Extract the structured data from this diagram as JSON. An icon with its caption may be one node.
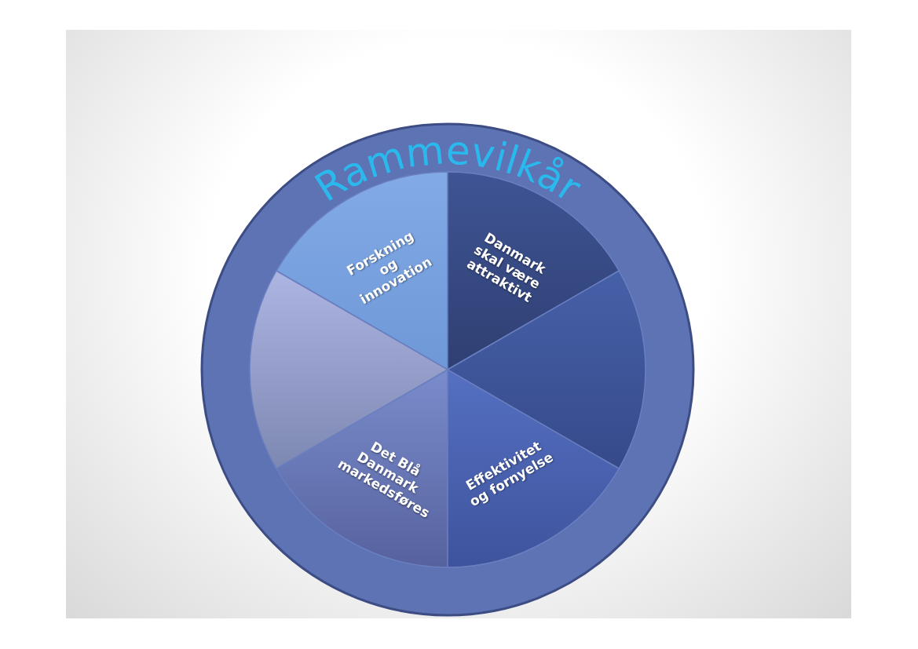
{
  "diagram": {
    "nodes": [
      {
        "text": [
          "Rammevilkår"
        ]
      },
      {
        "text": [
          "Forskning og innovation"
        ],
        "in": 0
      },
      {
        "text": [
          "Danmark skal være attraktivt"
        ],
        "in": 0
      },
      {
        "text": [
          "Det Blå Danmark markedsføres"
        ],
        "in": 0
      },
      {
        "text": [
          "Effektivitet og fornyelse"
        ],
        "in": 0
      },
      {
        "text": [],
        "shape": "wedge",
        "in": 0
      },
      {
        "text": [],
        "shape": "wedge",
        "in": 0
      }
    ]
  }
}
